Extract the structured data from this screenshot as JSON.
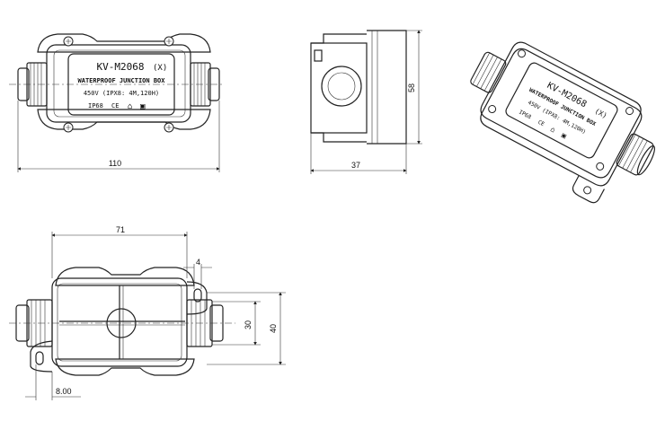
{
  "label": {
    "model": "KV-M2068",
    "model_mark": "(X)",
    "title": "WATERPROOF  JUNCTION BOX",
    "spec": "450V  (IPX8: 4M,120H)",
    "rating": "IP68",
    "ce": "CE",
    "house": "⌂",
    "square": "▣"
  },
  "views": {
    "top": {
      "width_dim": "110"
    },
    "side": {
      "height_dim": "58",
      "depth_dim": "37"
    },
    "bottom": {
      "inner_dim": "71",
      "slot_dim": "4",
      "span_a_dim": "30",
      "span_b_dim": "40",
      "offset_dim": "8.00"
    }
  }
}
